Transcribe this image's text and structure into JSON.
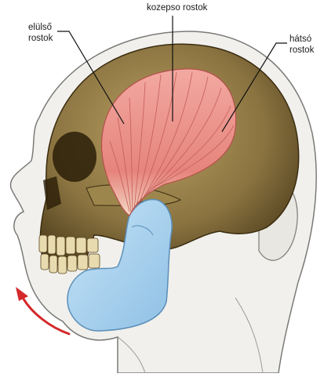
{
  "labels": {
    "front_line1": "elülső",
    "front_line2": "rostok",
    "middle": "kozepso rostok",
    "back_line1": "hátsó",
    "back_line2": "rostok"
  },
  "colors": {
    "skin": "#f1f0ec",
    "skin_outline": "#7a7a78",
    "bone": "#8a7340",
    "bone_dark": "#4a3a1a",
    "bone_light": "#b79e62",
    "muscle": "#ea8e86",
    "muscle_stripe": "#c45a55",
    "mandible": "#a9d2ee",
    "mandible_outline": "#5b8fb8",
    "arrow": "#d4282a",
    "leader_line": "#111111"
  },
  "icons": {
    "motion_arrow": "curved-arrow-icon"
  }
}
